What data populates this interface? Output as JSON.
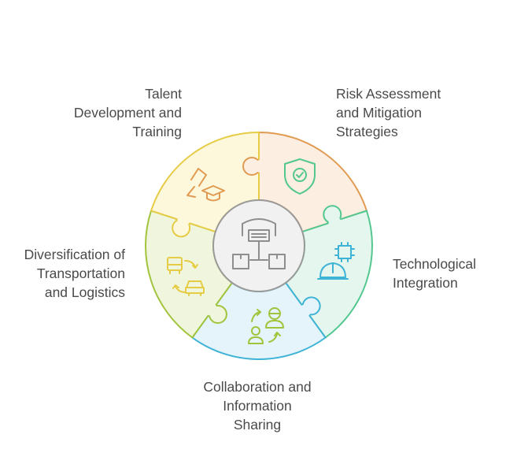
{
  "diagram": {
    "segments": [
      {
        "id": "talent",
        "label": "Talent\nDevelopment and\nTraining",
        "fill": "#fdeee2",
        "stroke": "#e09a52",
        "icon": "teaching-icon"
      },
      {
        "id": "risk",
        "label": "Risk Assessment\nand Mitigation\nStrategies",
        "fill": "#e5f6ee",
        "stroke": "#52c78f",
        "icon": "shield-check-icon"
      },
      {
        "id": "tech",
        "label": "Technological\nIntegration",
        "fill": "#e4f4fa",
        "stroke": "#3fb3d6",
        "icon": "chip-hardhat-icon"
      },
      {
        "id": "collab",
        "label": "Collaboration and\nInformation\nSharing",
        "fill": "#eff6dd",
        "stroke": "#a2c43c",
        "icon": "people-exchange-icon"
      },
      {
        "id": "divers",
        "label": "Diversification of\nTransportation\nand Logistics",
        "fill": "#fdf8dc",
        "stroke": "#e6cc45",
        "icon": "bus-car-icon"
      }
    ],
    "center": {
      "fill": "#f1f1f1",
      "stroke": "#9a9a9a",
      "icon": "warehouse-network-icon"
    }
  }
}
